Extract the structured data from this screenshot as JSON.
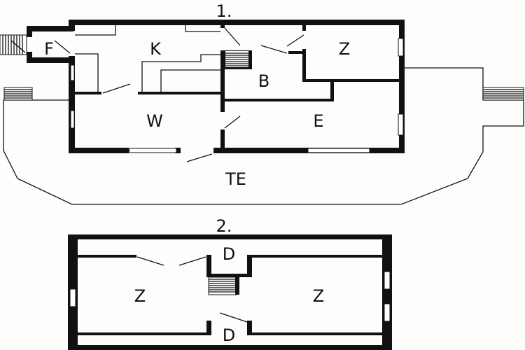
{
  "floors": [
    {
      "title": "1.",
      "rooms": {
        "kitchen": "K",
        "entry": "F",
        "bedroom": "Z",
        "bathroom": "B",
        "living": "W",
        "dining": "E",
        "terrace": "TE"
      }
    },
    {
      "title": "2.",
      "rooms": {
        "bedroom_left": "Z",
        "bedroom_right": "Z",
        "shower_top": "D",
        "shower_bottom": "D"
      }
    }
  ],
  "colors": {
    "wall": "#111111",
    "background": "#fdfdfb"
  }
}
